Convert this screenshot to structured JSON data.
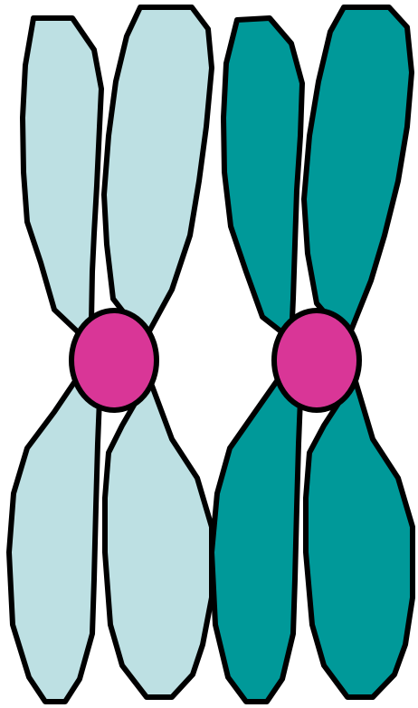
{
  "colors": {
    "background": "#ffffff",
    "outline": "#000000",
    "chromosome_light": "#bde0e3",
    "chromosome_dark": "#009999",
    "centromere": "#d93697"
  },
  "figure": {
    "chromosome_count": 2,
    "chromatids_per_chromosome": 2,
    "chromosomes": [
      {
        "color": "chromosome_light"
      },
      {
        "color": "chromosome_dark"
      }
    ]
  }
}
